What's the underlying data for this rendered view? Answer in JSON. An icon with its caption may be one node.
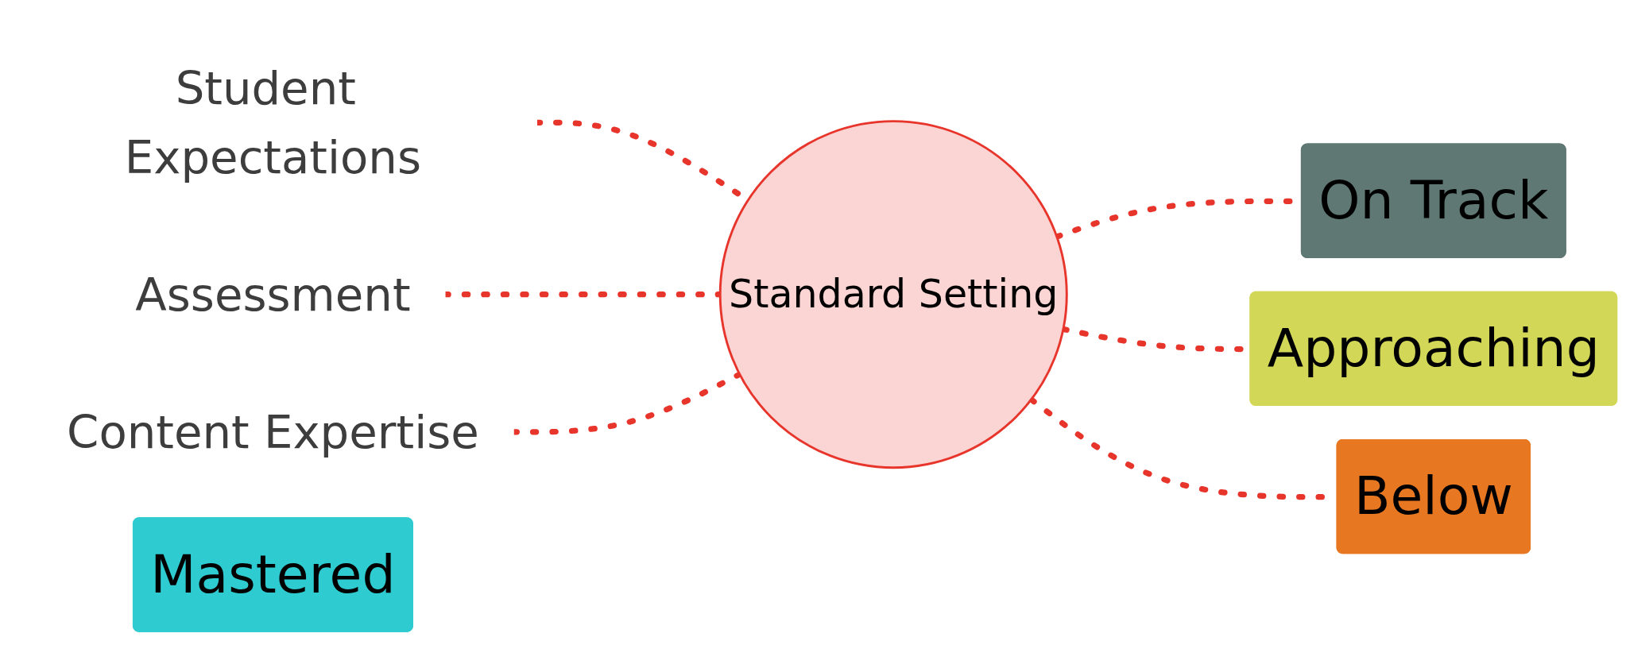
{
  "diagram": {
    "nodes": [
      {
        "text": [
          "Student Expectations"
        ]
      },
      {
        "text": [
          "Assessment"
        ]
      },
      {
        "text": [
          "Content Expertise"
        ]
      },
      {
        "text": [
          "Standard Setting"
        ]
      },
      {
        "text": [
          "Mastered"
        ]
      },
      {
        "text": [
          "On Track"
        ]
      },
      {
        "text": [
          "Approaching"
        ]
      },
      {
        "text": [
          "Below"
        ]
      }
    ],
    "edges": [
      {
        "from": 0,
        "to": 3,
        "arrow": "none",
        "style": "dashed"
      },
      {
        "from": 1,
        "to": 3,
        "arrow": "none",
        "style": "dashed"
      },
      {
        "from": 2,
        "to": 3,
        "arrow": "none",
        "style": "dashed"
      },
      {
        "from": 3,
        "to": 5,
        "arrow": "none",
        "style": "dashed"
      },
      {
        "from": 3,
        "to": 6,
        "arrow": "none",
        "style": "dashed"
      },
      {
        "from": 3,
        "to": 7,
        "arrow": "none",
        "style": "dashed"
      }
    ]
  }
}
